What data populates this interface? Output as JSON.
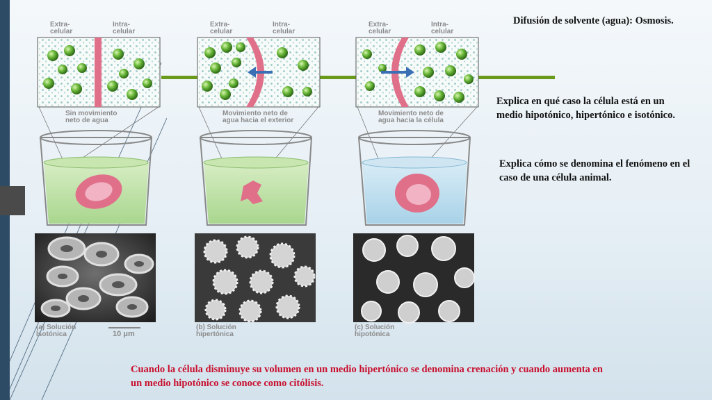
{
  "slide": {
    "title": "Difusión de solvente (agua): Osmosis.",
    "question_1": "Explica en qué caso la célula está en un medio hipotónico, hipertónico e isotónico.",
    "question_2": "Explica cómo se denomina el fenómeno en el  caso de una célula animal.",
    "note": "Cuando la célula disminuye su volumen en un medio hipertónico se denomina crenación y cuando aumenta en un medio hipotónico se conoce como citólisis."
  },
  "figure": {
    "panels": [
      {
        "extra_label": "Extra-\ncelular",
        "intra_label": "Intra-\ncelular",
        "caption": "Sin movimiento\nneto de agua",
        "micro_label": "(a) Solución\nIsotónica"
      },
      {
        "extra_label": "Extra-\ncelular",
        "intra_label": "Intra-\ncelular",
        "caption": "Movimiento neto de\nagua hacia el exterior",
        "micro_label": "(b) Solución\nhipertónica"
      },
      {
        "extra_label": "Extra-\ncelular",
        "intra_label": "Intra-\ncelular",
        "caption": "Movimiento neto de\nagua hacia la célula",
        "micro_label": "(c) Solución\nhipotónica"
      }
    ],
    "scale_label": "10 μm"
  },
  "colors": {
    "sidebar": "#2e4b66",
    "accent_line": "#6a9a1c",
    "note_text": "#c8102e",
    "membrane": "#e0708a",
    "solute": "#5aa832"
  }
}
